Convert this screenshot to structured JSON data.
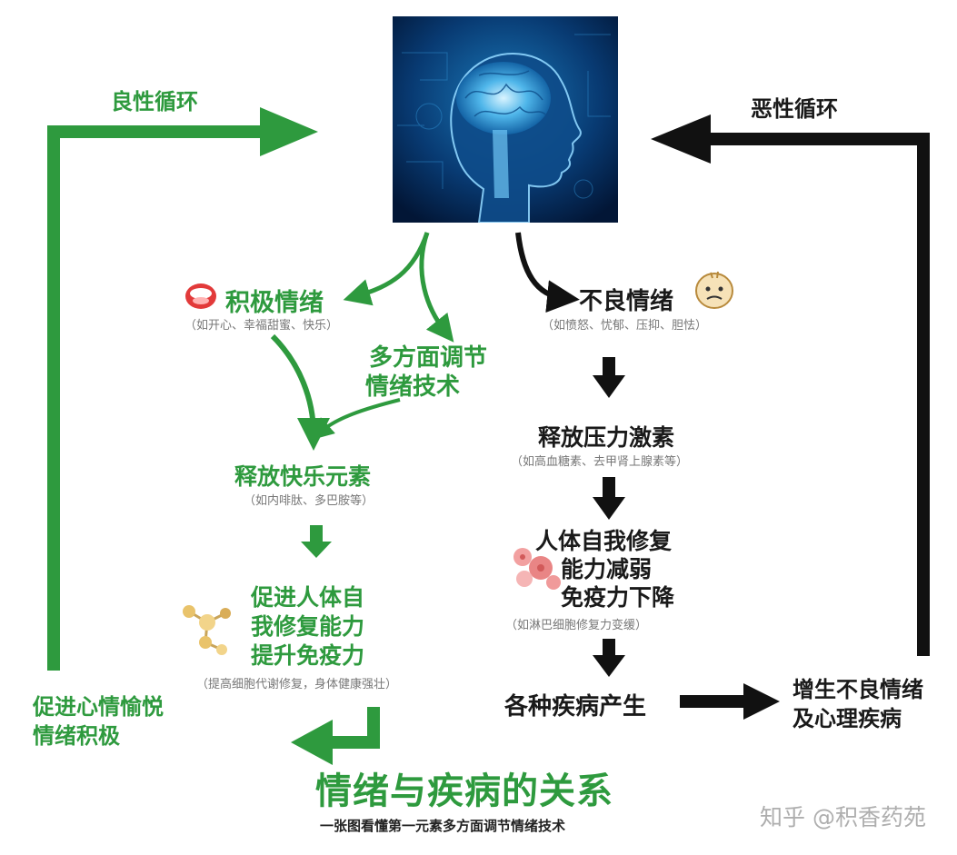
{
  "cycles": {
    "good": "良性循环",
    "bad": "恶性循环"
  },
  "left": {
    "positive": {
      "title": "积极情绪",
      "sub": "（如开心、幸福甜蜜、快乐）"
    },
    "technique": [
      "多方面调节",
      "情绪技术"
    ],
    "release": {
      "title": "释放快乐元素",
      "sub": "（如内啡肽、多巴胺等）"
    },
    "promote": {
      "lines": [
        "促进人体自",
        "我修复能力",
        "提升免疫力"
      ],
      "sub": "（提高细胞代谢修复，身体健康强壮）"
    },
    "mood": [
      "促进心情愉悦",
      "情绪积极"
    ]
  },
  "right": {
    "negative": {
      "title": "不良情绪",
      "sub": "（如愤怒、忧郁、压抑、胆怯）"
    },
    "stress": {
      "title": "释放压力激素",
      "sub": "（如高血糖素、去甲肾上腺素等）"
    },
    "weaken": {
      "lines": [
        "人体自我修复",
        "能力减弱",
        "免疫力下降"
      ],
      "sub": "（如淋巴细胞修复力变缓）"
    },
    "disease": "各种疾病产生",
    "increase": [
      "增生不良情绪",
      "及心理疾病"
    ]
  },
  "footer": {
    "title": "情绪与疾病的关系",
    "subtitle": "一张图看懂第一元素多方面调节情绪技术"
  },
  "watermark": "知乎 @积香药苑",
  "colors": {
    "green": "#2e9a3e",
    "black": "#111111",
    "brain_bg": "#04204a"
  }
}
